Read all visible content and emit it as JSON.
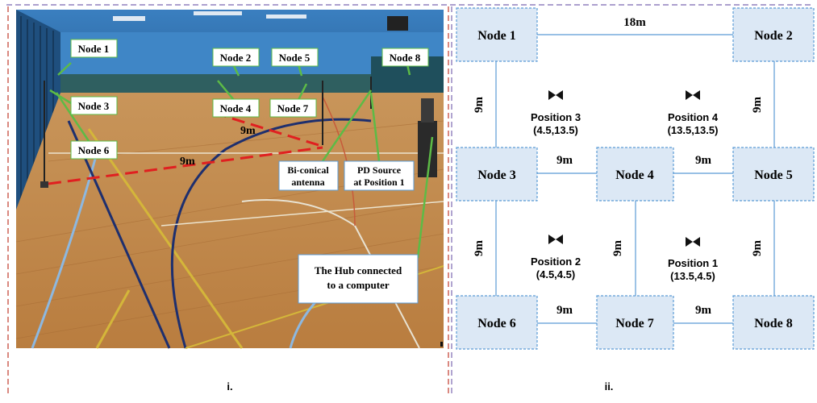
{
  "panels": {
    "left_caption": "i.",
    "right_caption": "ii."
  },
  "photo": {
    "callouts": {
      "node1": "Node 1",
      "node2": "Node 2",
      "node5": "Node 5",
      "node8": "Node 8",
      "node3": "Node 3",
      "node4": "Node 4",
      "node7": "Node 7",
      "node6": "Node 6",
      "antenna_line1": "Bi-conical",
      "antenna_line2": "antenna",
      "pd_line1": "PD Source",
      "pd_line2": "at Position 1",
      "hub_line1": "The Hub connected",
      "hub_line2": "to a computer"
    },
    "dimensions": {
      "d_9m_a": "9m",
      "d_9m_b": "9m"
    }
  },
  "layout": {
    "nodes": {
      "n1": "Node 1",
      "n2": "Node 2",
      "n3": "Node 3",
      "n4": "Node 4",
      "n5": "Node 5",
      "n6": "Node 6",
      "n7": "Node 7",
      "n8": "Node 8"
    },
    "distances": {
      "top": "18m",
      "left_upper": "9m",
      "right_upper": "9m",
      "mid_left": "9m",
      "mid_right": "9m",
      "left_lower": "9m",
      "center_lower": "9m",
      "right_lower": "9m",
      "bottom_left": "9m",
      "bottom_right": "9m"
    },
    "positions": {
      "p3_label": "Position 3",
      "p3_coords": "(4.5,13.5)",
      "p4_label": "Position 4",
      "p4_coords": "(13.5,13.5)",
      "p2_label": "Position 2",
      "p2_coords": "(4.5,4.5)",
      "p1_label": "Position 1",
      "p1_coords": "(13.5,4.5)"
    }
  },
  "colors": {
    "divider_purple": "#7b68b0",
    "divider_red": "#c0392b",
    "node_fill": "#dce8f5",
    "node_border": "#5b9bd5",
    "line_blue": "#5b9bd5",
    "dimension_red": "#e02020",
    "callout_green": "#5dbb46"
  }
}
